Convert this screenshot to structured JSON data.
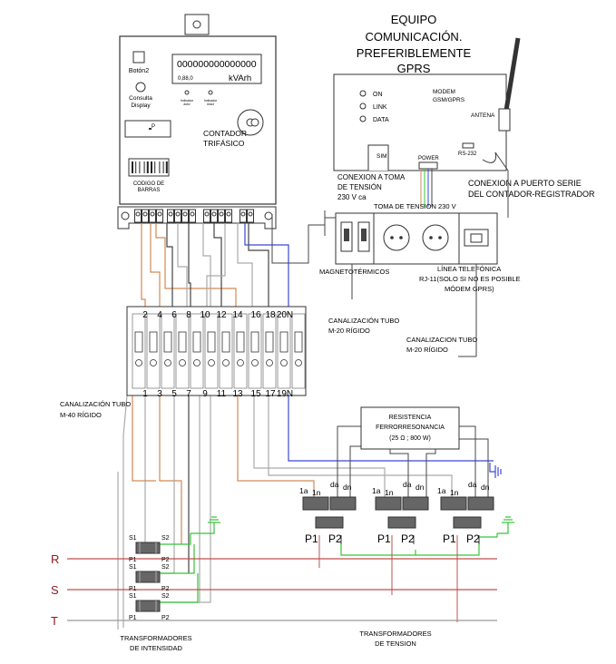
{
  "colors": {
    "red": "#c0504d",
    "orange": "#d08a55",
    "blue": "#3a48d8",
    "green": "#36c436",
    "grey": "#aaaaaa",
    "dark": "#444444",
    "label_red": "#8b1a1a"
  },
  "header": {
    "line1": "EQUIPO",
    "line2": "COMUNICACIÓN.",
    "line3": "PREFERIBLEMENTE",
    "line4": "GPRS"
  },
  "meter": {
    "display_digits": "000000000000000",
    "display_small": "0,88,0",
    "display_unit": "kVArh",
    "button_label": "Botón2",
    "consulta_label": "Consulta",
    "display_label": "Display",
    "ind_left": "Indicador\nactiv",
    "ind_right": "Indicador\nreact",
    "p_label": "P",
    "title1": "CONTADOR",
    "title2": "TRIFÁSICO",
    "barcode_line1": "CODIGO DE",
    "barcode_line2": "BARRAS"
  },
  "modem": {
    "on": "ON",
    "link": "LINK",
    "data": "DATA",
    "title1": "MODEM",
    "title2": "GSM/GPRS",
    "antenna": "ANTENA",
    "sim": "SIM",
    "power": "POWER",
    "rs232": "RS-232"
  },
  "labels": {
    "conexion_toma1": "CONEXION A TOMA",
    "conexion_toma2": "DE TENSIÓN",
    "conexion_toma3": "230 V ca",
    "puerto1": "CONEXION A PUERTO SERIE",
    "puerto2": "DEL CONTADOR-REGISTRADOR",
    "toma_title": "TOMA DE TENSION 230 V",
    "magneto": "MAGNETOTÉRMICOS",
    "linea1": "LÍNEA TELEFÓNICA",
    "linea2": "RJ-11(SOLO SI NO ES POSIBLE",
    "linea3": "MÓDEM GPRS)",
    "canal20a1": "CANALIZACIÓN TUBO",
    "canal20a2": "M-20 RÍGIDO",
    "canal20b1": "CANALIZACION TUBO",
    "canal20b2": "M-20 RÍGIDO",
    "canal40a": "CANALIZACIÓN TUBO",
    "canal40b": "M-40 RÍGIDO",
    "resist1": "RESISTENCIA",
    "resist2": "FERRORRESONANCIA",
    "resist3": "(25  Ω ; 800 W)",
    "ti1": "TRANSFORMADORES",
    "ti2": "DE INTENSIDAD",
    "tt1": "TRANSFORMADORES",
    "tt2": "DE TENSION"
  },
  "phases": [
    "R",
    "S",
    "T"
  ],
  "terminals_top": [
    "2",
    "4",
    "6",
    "8",
    "10",
    "12",
    "14",
    "16",
    "18",
    "20N"
  ],
  "terminals_bottom": [
    "1",
    "3",
    "5",
    "7",
    "9",
    "11",
    "13",
    "15",
    "17",
    "19N"
  ],
  "vt": {
    "a": "1a",
    "n": "1n",
    "da": "da",
    "dn": "dn",
    "p1": "P1",
    "p2": "P2"
  },
  "ct": {
    "s1": "S1",
    "s2": "S2",
    "p1": "P1",
    "p2": "P2"
  }
}
